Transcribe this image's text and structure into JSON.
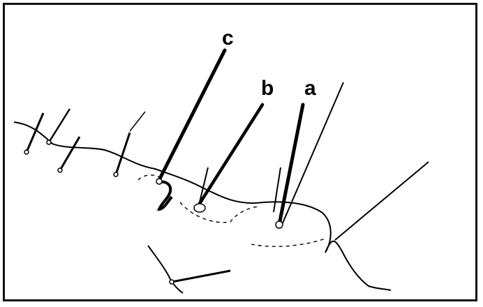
{
  "figure": {
    "labels": {
      "a": "a",
      "b": "b",
      "c": "c"
    }
  },
  "colors": {
    "ink": "#000000",
    "background": "#ffffff"
  }
}
